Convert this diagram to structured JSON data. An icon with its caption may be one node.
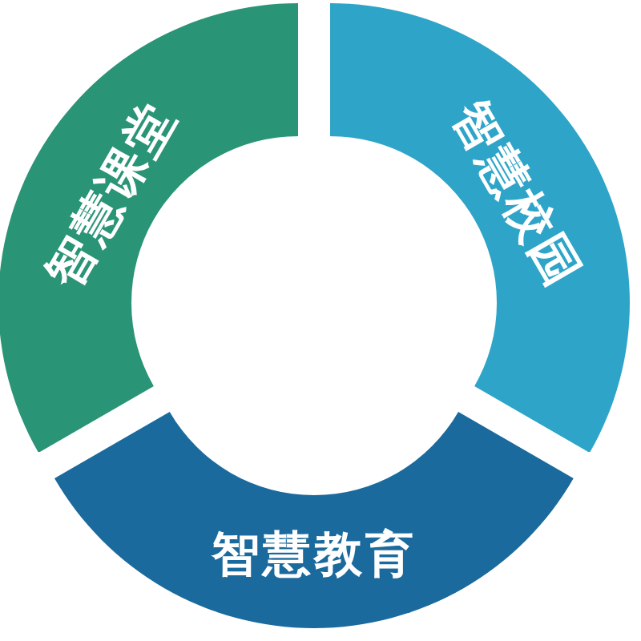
{
  "diagram": {
    "nodes": [
      {
        "text": [
          "智慧课堂"
        ]
      },
      {
        "text": [
          "智慧校园"
        ]
      },
      {
        "text": [
          "智慧教育"
        ]
      }
    ]
  }
}
